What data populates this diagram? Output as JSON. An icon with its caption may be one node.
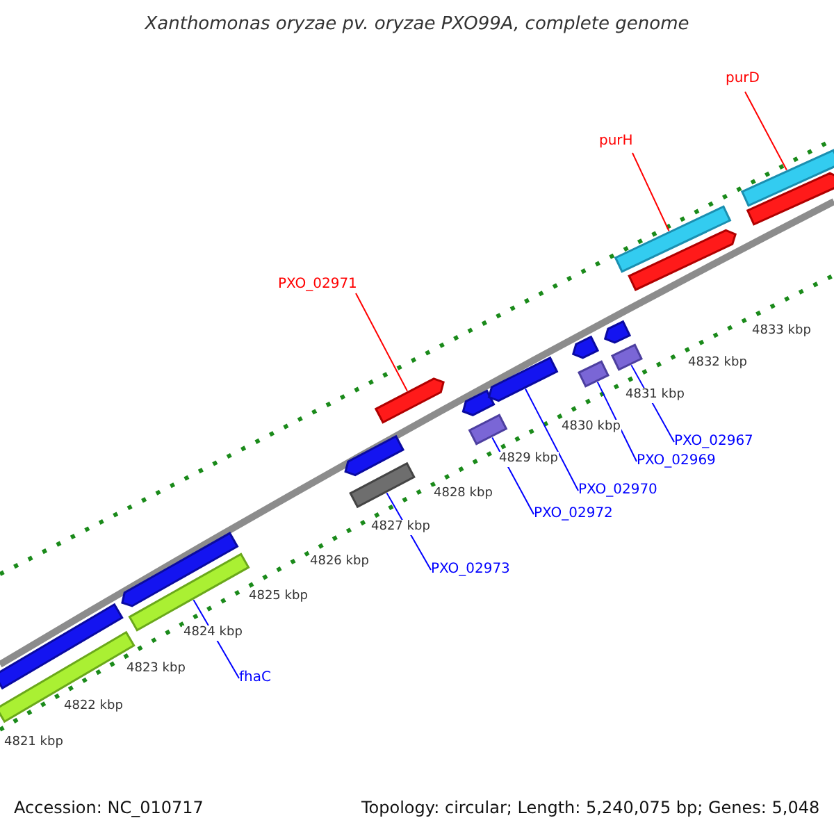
{
  "diagram": {
    "title": "Xanthomonas oryzae pv. oryzae PXO99A, complete genome",
    "nodes": [
      {
        "text": [
          "purD"
        ]
      },
      {
        "text": [
          "purH"
        ]
      },
      {
        "text": [
          "PXO_02971"
        ]
      },
      {
        "text": [
          "PXO_02967"
        ]
      },
      {
        "text": [
          "PXO_02969"
        ]
      },
      {
        "text": [
          "PXO_02970"
        ]
      },
      {
        "text": [
          "PXO_02972"
        ]
      },
      {
        "text": [
          "PXO_02973"
        ]
      },
      {
        "text": [
          "fhaC"
        ]
      },
      {
        "text": [],
        "shape": "bar"
      },
      {
        "text": [],
        "shape": "bar"
      },
      {
        "text": [],
        "shape": "arrow"
      },
      {
        "text": [],
        "shape": "bar"
      },
      {
        "text": [],
        "shape": "arrow"
      },
      {
        "text": [],
        "shape": "bar"
      },
      {
        "text": [],
        "shape": "arrow"
      },
      {
        "text": [],
        "shape": "arrow"
      },
      {
        "text": [],
        "shape": "bar"
      },
      {
        "text": [],
        "shape": "arrow"
      },
      {
        "text": [],
        "shape": "arrow"
      },
      {
        "text": [],
        "shape": "bar"
      },
      {
        "text": [],
        "shape": "arrow"
      },
      {
        "text": [],
        "shape": "bar"
      },
      {
        "text": [],
        "shape": "bar"
      },
      {
        "text": [],
        "shape": "arrow"
      },
      {
        "text": [],
        "shape": "bar"
      },
      {
        "text": [],
        "shape": "arrow"
      }
    ],
    "edges": [
      {
        "from": 0,
        "to": 25,
        "arrow": "none",
        "color": "#ff0000"
      },
      {
        "from": 1,
        "to": 23,
        "arrow": "none",
        "color": "#ff0000"
      },
      {
        "from": 2,
        "to": 15,
        "arrow": "none",
        "color": "#ff0000"
      },
      {
        "from": 3,
        "to": 22,
        "arrow": "none"
      },
      {
        "from": 4,
        "to": 20,
        "arrow": "none"
      },
      {
        "from": 5,
        "to": 18,
        "arrow": "none"
      },
      {
        "from": 6,
        "to": 17,
        "arrow": "none"
      },
      {
        "from": 7,
        "to": 14,
        "arrow": "none"
      },
      {
        "from": 8,
        "to": 12,
        "arrow": "none"
      }
    ],
    "labels": [
      "4833 kbp",
      "4832 kbp",
      "4831 kbp",
      "4830 kbp",
      "4829 kbp",
      "4828 kbp",
      "4827 kbp",
      "4826 kbp",
      "4825 kbp",
      "4824 kbp",
      "4823 kbp",
      "4822 kbp",
      "4821 kbp",
      "Accession: NC_010717",
      "Topology: circular; Length: 5,240,075 bp; Genes: 5,048"
    ]
  }
}
